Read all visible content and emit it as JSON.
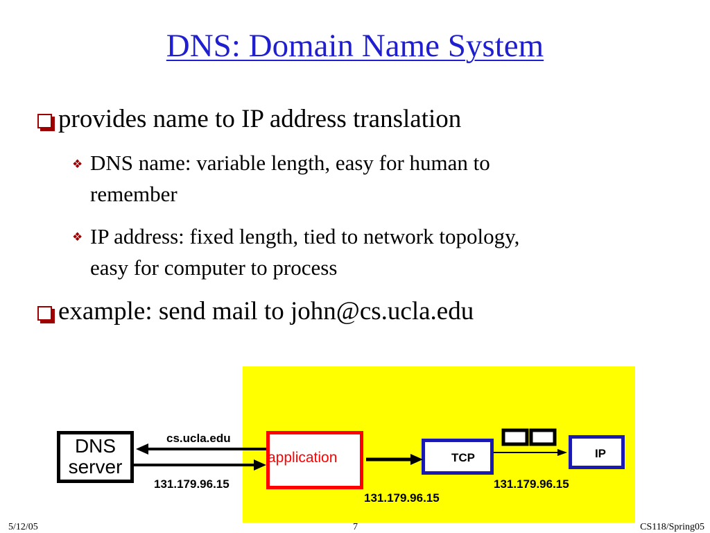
{
  "slide": {
    "title": "DNS: Domain Name System",
    "bullets": [
      {
        "text": "provides name to IP address translation"
      },
      {
        "text": "example: send mail to john@cs.ucla.edu"
      }
    ],
    "sub_bullets": [
      {
        "line1": "DNS name: variable length, easy for human to",
        "line2": "remember"
      },
      {
        "line1": "IP address: fixed length, tied to network topology,",
        "line2": "easy for computer to process"
      }
    ]
  },
  "diagram": {
    "dns_server_line1": "DNS",
    "dns_server_line2": "server",
    "application": "application",
    "tcp": "TCP",
    "ip": "IP",
    "query_name": "cs.ucla.edu",
    "reply_address": "131.179.96.15",
    "app_to_tcp_address": "131.179.96.15",
    "tcp_to_ip_address": "131.179.96.15",
    "colors": {
      "background": "#ffff00",
      "application_border": "#ff0000",
      "tcp_ip_border": "#1a1ab0"
    }
  },
  "footer": {
    "date": "5/12/05",
    "page": "7",
    "course": "CS118/Spring05"
  },
  "colors": {
    "title": "#1f1fd0",
    "bullet_marker": "#9c0000"
  }
}
